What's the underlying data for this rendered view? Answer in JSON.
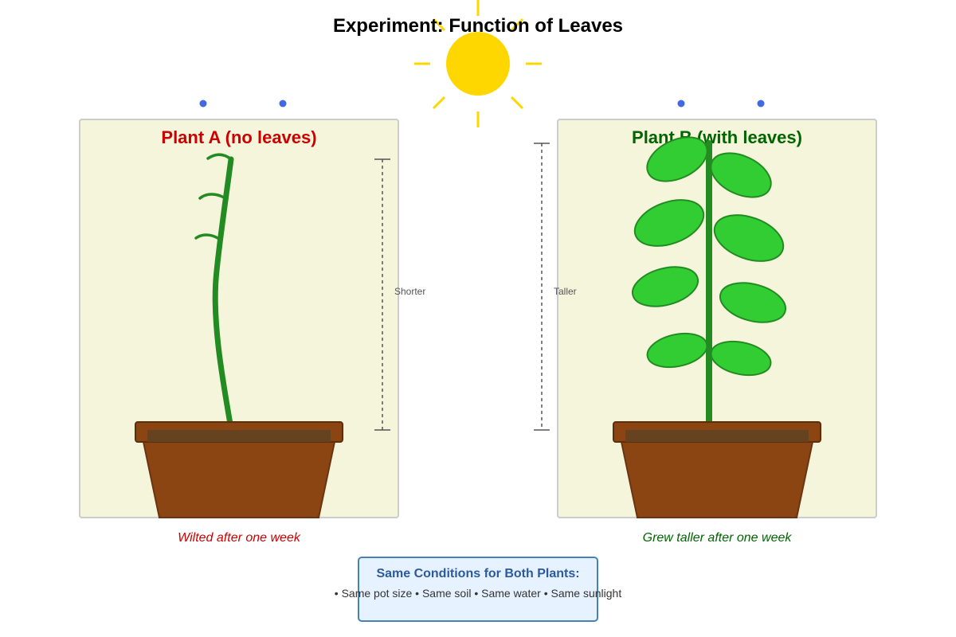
{
  "title": "Experiment: Function of Leaves",
  "colors": {
    "sun": "#FFD700",
    "panel_bg": "#F5F5DC",
    "pot": "#8B4513",
    "stem": "#228B22",
    "leaf": "#32CD32",
    "water": "#4169E1",
    "plant_a": "#CC0000",
    "plant_b": "#006400",
    "conditions_text": "#2C5AA0"
  },
  "plant_a": {
    "label": "Plant A (no leaves)",
    "caption": "Wilted after one week",
    "height_label": "Shorter"
  },
  "plant_b": {
    "label": "Plant B (with leaves)",
    "caption": "Grew taller after one week",
    "height_label": "Taller"
  },
  "conditions": {
    "title": "Same Conditions for Both Plants:",
    "text": "• Same pot size • Same soil • Same water • Same sunlight"
  }
}
